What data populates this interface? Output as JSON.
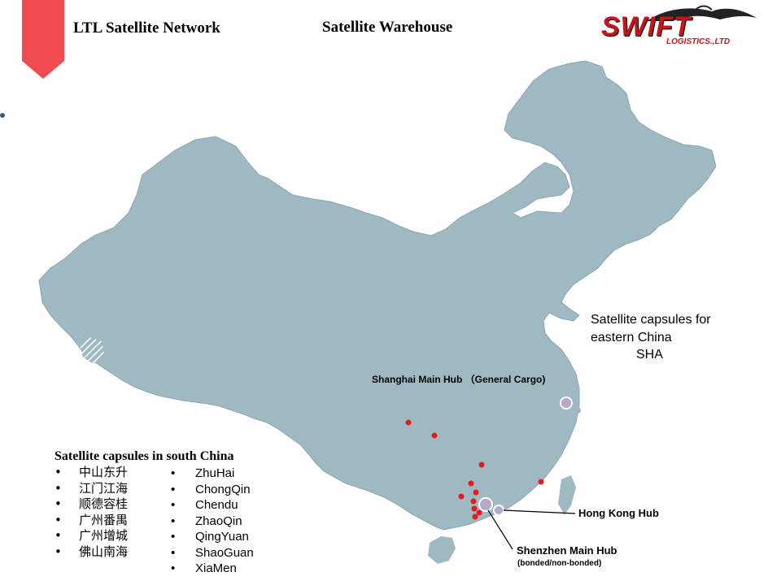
{
  "header": {
    "network_title": "LTL Satellite Network",
    "warehouse_title": "Satellite Warehouse"
  },
  "logo": {
    "name": "SWIFT",
    "subtitle": "LOGISTICS.,LTD",
    "color": "#c4161c"
  },
  "colors": {
    "ribbon": "#ef4b50",
    "land": "#9fb9c2",
    "satellite_dot": "#e51c1c",
    "hub_fill": "#b6a6cc"
  },
  "map": {
    "east_note": [
      "Satellite capsules for",
      "eastern China"
    ],
    "east_code": "SHA",
    "shanghai_hub": "Shanghai Main Hub （General Cargo)",
    "hong_kong_hub": "Hong Kong Hub",
    "shenzhen_hub": "Shenzhen Main Hub",
    "shenzhen_sub": "(bonded/non-bonded)"
  },
  "south_china": {
    "title": "Satellite capsules in south China",
    "cn_sites": [
      "中山东升",
      "江门江海",
      "顺德容桂",
      "广州番禺",
      "广州增城",
      "佛山南海"
    ],
    "en_sites": [
      "ZhuHai",
      "ChongQin",
      "Chendu",
      "ZhaoQin",
      "QingYuan",
      "ShaoGuan",
      "XiaMen"
    ]
  }
}
